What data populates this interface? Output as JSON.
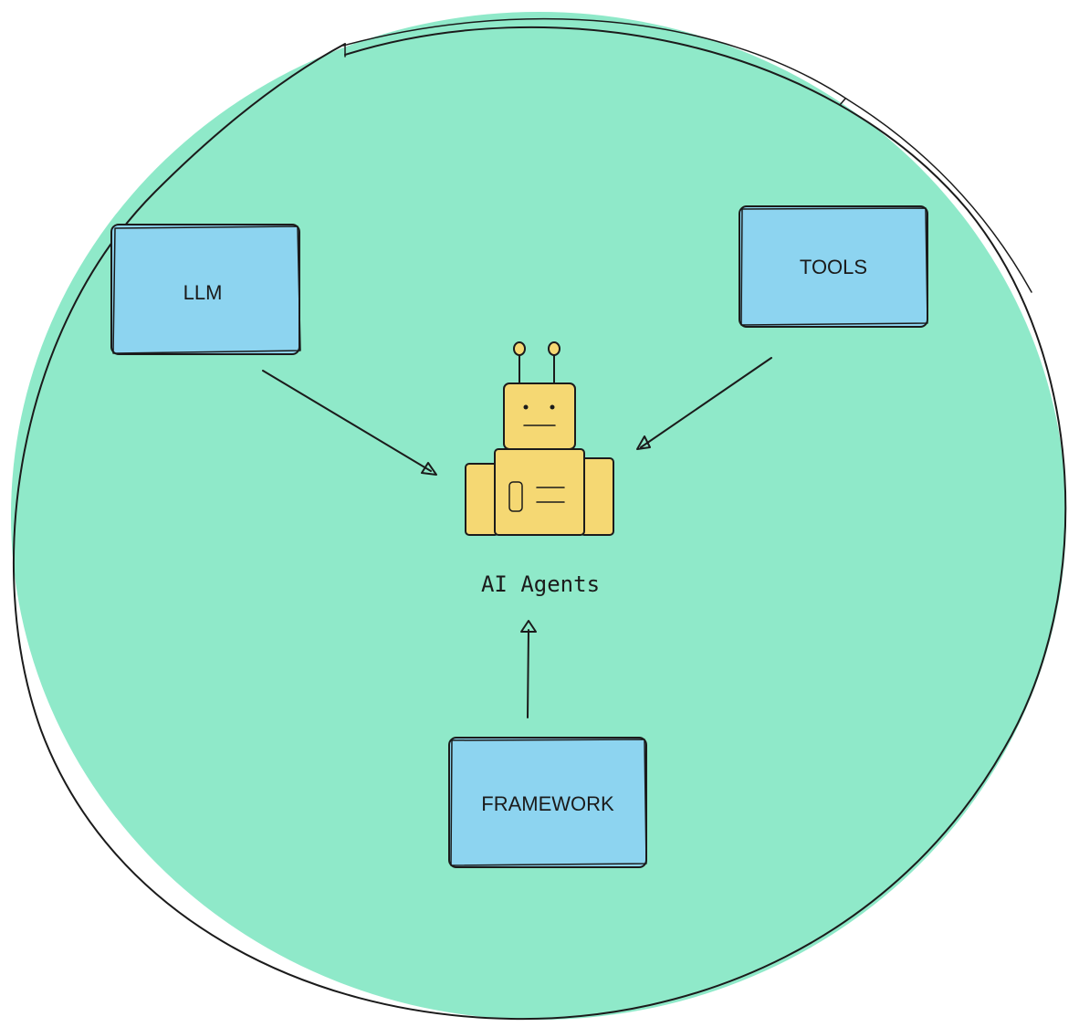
{
  "colors": {
    "circle_fill": "#8fe9c9",
    "box_fill": "#8dd4f0",
    "robot_fill": "#f5d873",
    "stroke": "#1b1b1b",
    "background": "#ffffff"
  },
  "diagram": {
    "center": {
      "label": "AI Agents",
      "icon": "robot-icon"
    },
    "nodes": [
      {
        "id": "llm",
        "label": "LLM"
      },
      {
        "id": "tools",
        "label": "TOOLS"
      },
      {
        "id": "framework",
        "label": "FRAMEWORK"
      }
    ],
    "edges": [
      {
        "from": "llm",
        "to": "center"
      },
      {
        "from": "tools",
        "to": "center"
      },
      {
        "from": "framework",
        "to": "center"
      }
    ]
  }
}
